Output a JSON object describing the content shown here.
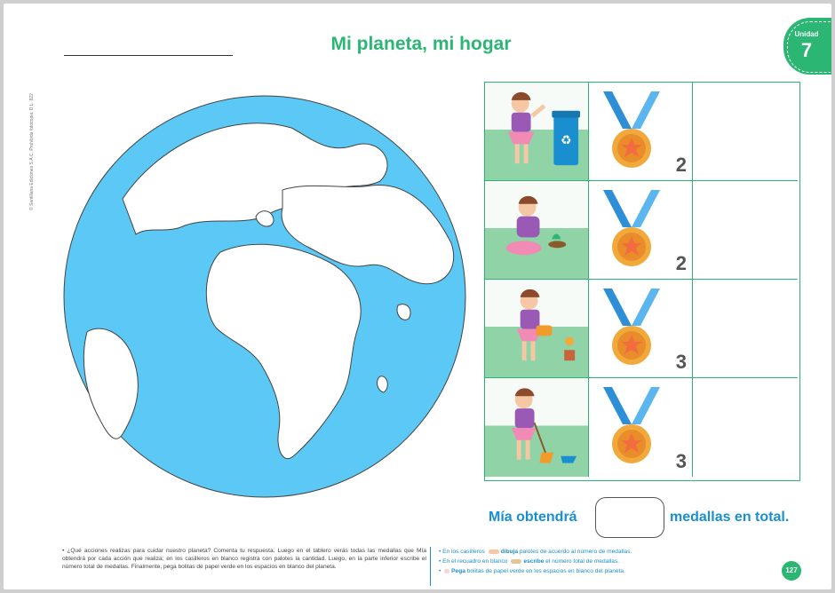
{
  "header": {
    "title": "Mi planeta, mi hogar",
    "unit_label": "Unidad",
    "unit_number": "7"
  },
  "copyright": "© Santillana Ediciones S.A.C. Prohibida fotocopia. D.L. 822",
  "activities": [
    {
      "scene": "recycling-girl",
      "medal_count": "2"
    },
    {
      "scene": "planting-girl",
      "medal_count": "2"
    },
    {
      "scene": "watering-girl",
      "medal_count": "3"
    },
    {
      "scene": "sweeping-girl",
      "medal_count": "3"
    }
  ],
  "total": {
    "before": "Mía obtendrá",
    "after": "medallas en total."
  },
  "instructions": "• ¿Qué acciones realizas para cuidar nuestro planeta? Comenta tu respuesta. Luego en el tablero verás todas las medallas que Mía obtendrá por cada acción que realiza; en los casilleros en blanco registra con palotes la cantidad. Luego, en la parte inferior escribe el número total de medallas. Finalmente, pega bolitas de papel verde en los espacios en blanco del planeta.",
  "steps": [
    {
      "pre": "En los casilleros",
      "verb": "dibuja",
      "post": "palotes de acuerdo al número de medallas."
    },
    {
      "pre": "En el recuadro en blanco",
      "verb": "escribe",
      "post": "el número total de medallas."
    },
    {
      "pre": "",
      "verb": "Pega",
      "post": "bolitas de papel verde en los espacios en blanco del planeta."
    }
  ],
  "page_number": "127",
  "colors": {
    "green": "#2bb673",
    "blue": "#1a8fd0",
    "ocean": "#5bc8f5"
  }
}
